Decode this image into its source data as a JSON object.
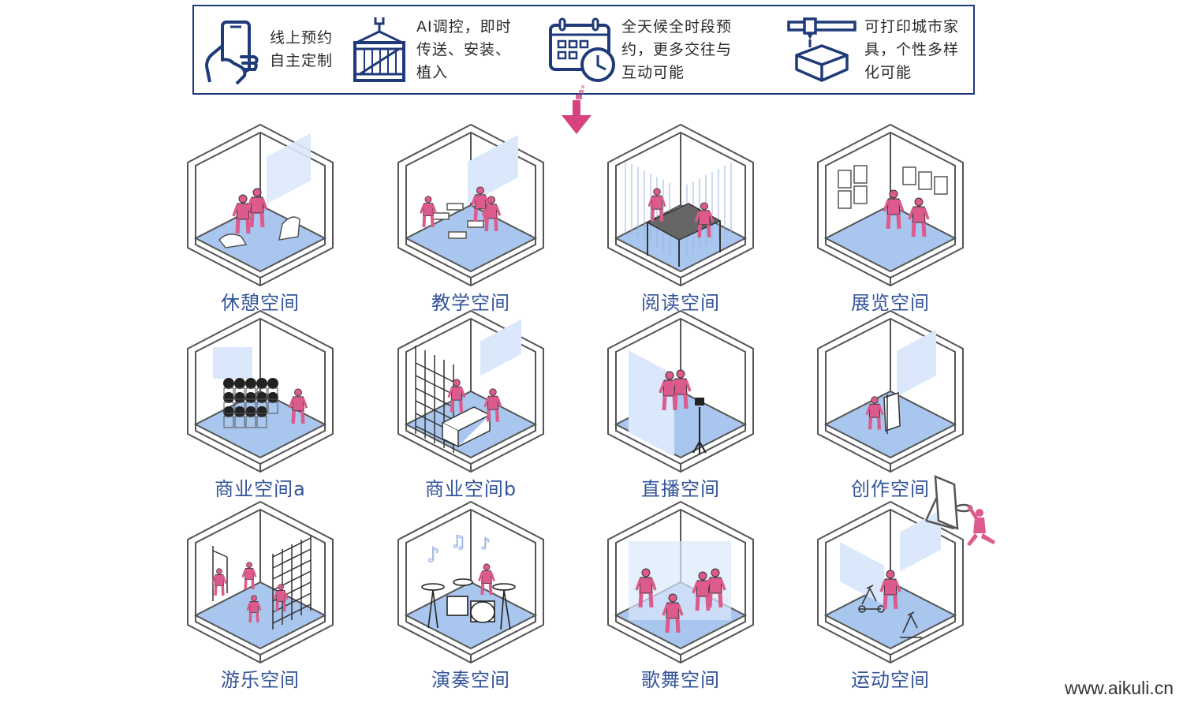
{
  "colors": {
    "frame": "#1f3a78",
    "label": "#34549a",
    "floor": "#a9c6ee",
    "figure": "#dd5a8c",
    "glass": "#dbe8fb"
  },
  "features": [
    {
      "text": "线上预约\n自主定制",
      "icon": "phone-hand-icon"
    },
    {
      "text": "AI调控，即时\n传送、安装、\n植入",
      "icon": "crane-container-icon"
    },
    {
      "text": "全天候全时段预\n约，更多交往与\n互动可能",
      "icon": "calendar-clock-icon"
    },
    {
      "text": "可打印城市家\n具，个性多样\n化可能",
      "icon": "3d-printer-icon"
    }
  ],
  "spaces": [
    {
      "label": "休憩空间",
      "scene": "rest"
    },
    {
      "label": "教学空间",
      "scene": "teach"
    },
    {
      "label": "阅读空间",
      "scene": "read"
    },
    {
      "label": "展览空间",
      "scene": "exhibit"
    },
    {
      "label": "商业空间a",
      "scene": "plants"
    },
    {
      "label": "商业空间b",
      "scene": "shop"
    },
    {
      "label": "直播空间",
      "scene": "live"
    },
    {
      "label": "创作空间",
      "scene": "create"
    },
    {
      "label": "游乐空间",
      "scene": "play"
    },
    {
      "label": "演奏空间",
      "scene": "music"
    },
    {
      "label": "歌舞空间",
      "scene": "dance"
    },
    {
      "label": "运动空间",
      "scene": "sport"
    }
  ],
  "watermark": "www.aikuli.cn"
}
